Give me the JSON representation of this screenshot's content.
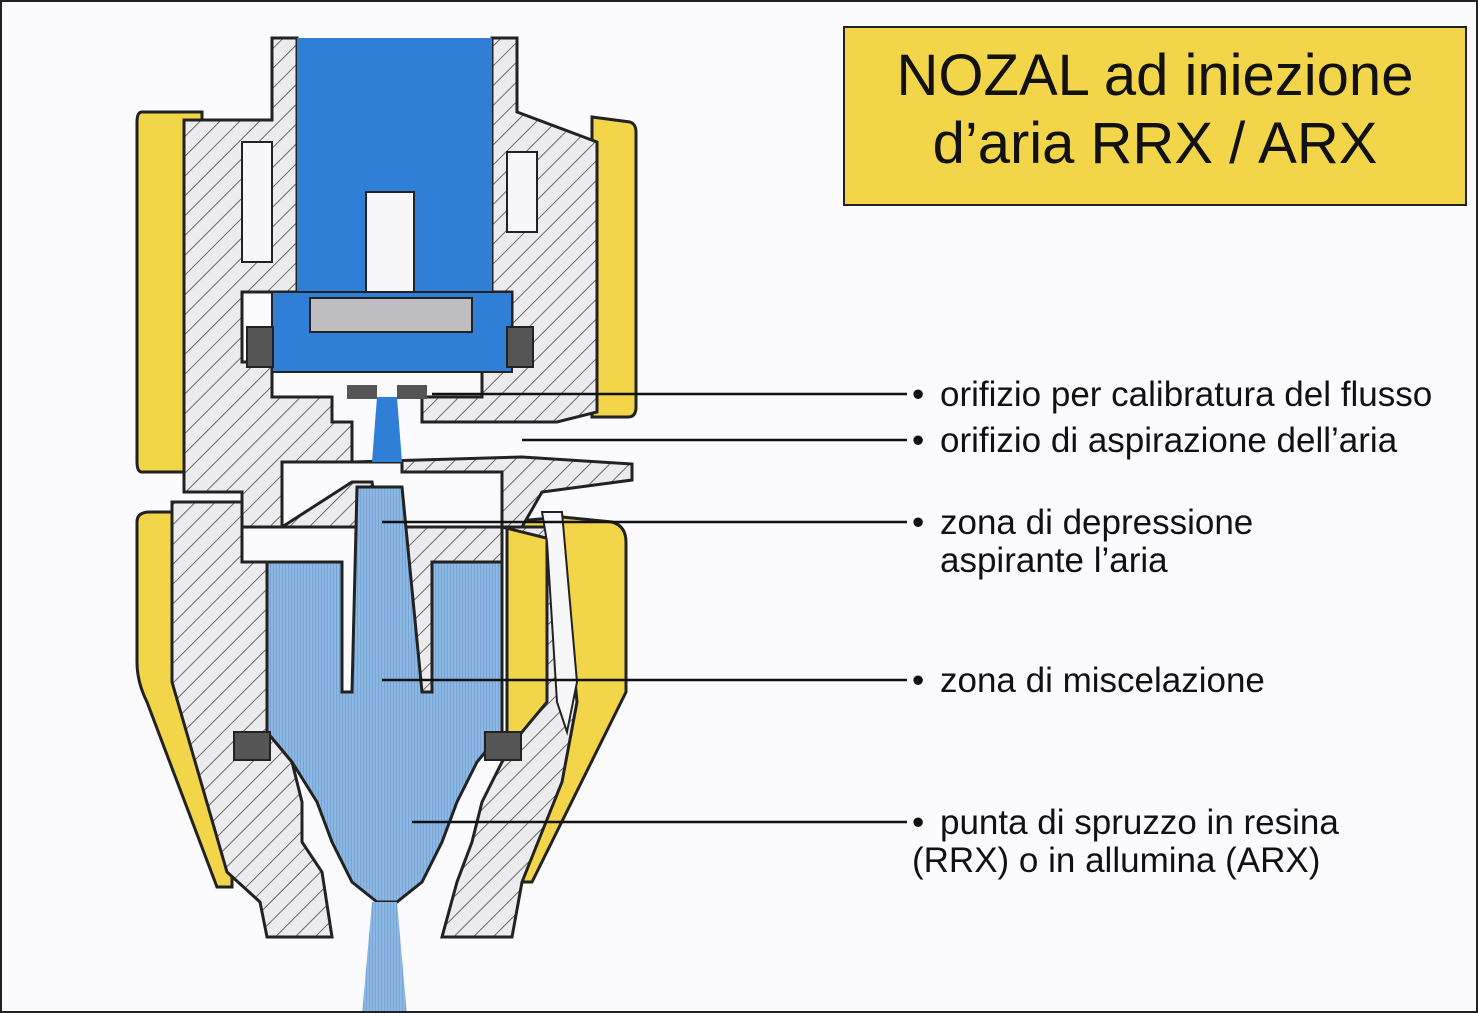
{
  "title": {
    "line1": "NOZAL ad iniezione",
    "line2": "d’aria RRX / ARX"
  },
  "labels": [
    {
      "bullet": "•",
      "text": "orifizio per calibratura del flusso"
    },
    {
      "bullet": "•",
      "text": "orifizio di aspirazione dell’aria"
    },
    {
      "bullet": "•",
      "text": "zona di depressione",
      "text2": "aspirante l’aria"
    },
    {
      "bullet": "•",
      "text": "zona di miscelazione"
    },
    {
      "bullet": "•",
      "text": "punta di spruzzo in resina",
      "text2": "(RRX) o in allumina (ARX)"
    }
  ],
  "colors": {
    "yellow": "#f2d548",
    "blue": "#2f7fd6",
    "light_blue": "#8ab6e2",
    "hatch_bg": "#e9e9ec",
    "hatch_line": "#555555"
  }
}
